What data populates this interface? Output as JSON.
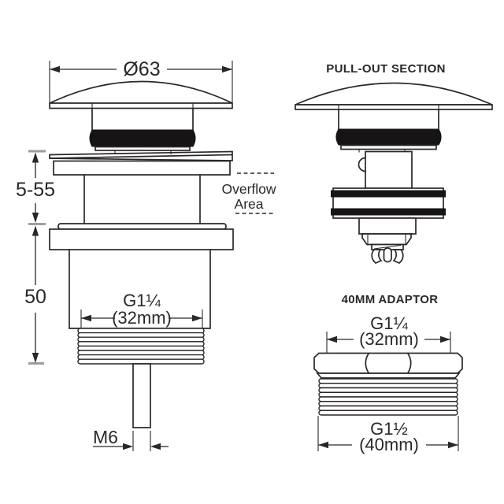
{
  "main_view": {
    "dim_diameter": "Ø63",
    "dim_height_range": "5-55",
    "dim_body_height": "50",
    "thread_label": "G1¼",
    "thread_size_mm": "(32mm)",
    "rod_thread_label": "M6",
    "overflow_line1": "Overflow",
    "overflow_line2": "Area"
  },
  "pullout_view": {
    "title": "PULL-OUT SECTION"
  },
  "adaptor_view": {
    "title": "40MM ADAPTOR",
    "top_thread_label": "G1¼",
    "top_thread_size_mm": "(32mm)",
    "bottom_thread_label": "G1½",
    "bottom_thread_size_mm": "(40mm)"
  },
  "colors": {
    "line": "#2b2728",
    "seal_fill": "#171415",
    "extension_tick_gray": "#9b9da0",
    "background": "#ffffff"
  }
}
